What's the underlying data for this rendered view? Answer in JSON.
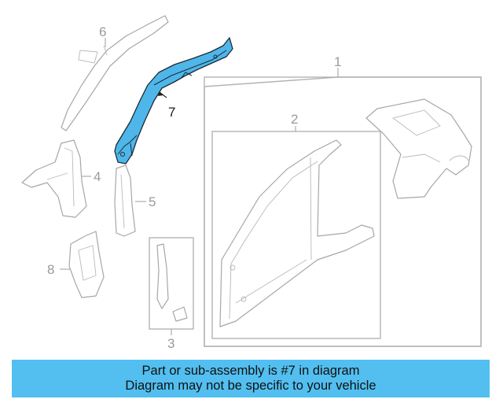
{
  "callouts": {
    "c1": "1",
    "c2": "2",
    "c3": "3",
    "c4": "4",
    "c5": "5",
    "c6": "6",
    "c7": "7",
    "c8": "8"
  },
  "highlight_color": "#4fb6ea",
  "banner": {
    "line1": "Part or sub-assembly is #7 in diagram",
    "line2": "Diagram may not be specific to your vehicle",
    "color": "#52bff0"
  }
}
